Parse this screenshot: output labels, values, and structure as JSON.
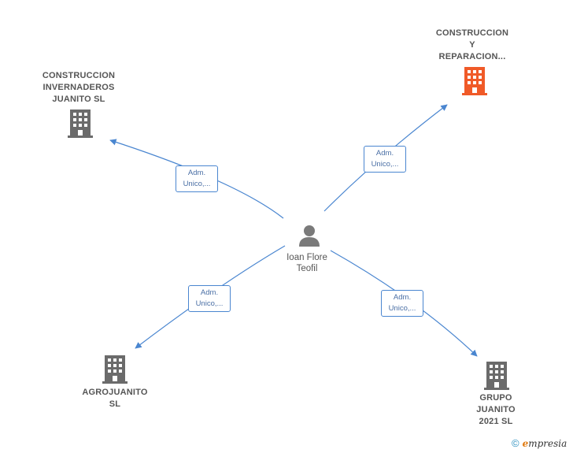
{
  "colors": {
    "edge": "#4a86d0",
    "building_default": "#6b6b6b",
    "building_highlight": "#f05a28",
    "person": "#7a7a7a"
  },
  "center": {
    "name": "Ioan Flore\nTeofil",
    "icon": "person-icon"
  },
  "companies": [
    {
      "id": "c1",
      "name": "CONSTRUCCION\nINVERNADEROS\nJUANITO  SL",
      "icon": "building-icon",
      "highlight": false
    },
    {
      "id": "c2",
      "name": "CONSTRUCCION\nY\nREPARACION...",
      "icon": "building-icon",
      "highlight": true
    },
    {
      "id": "c3",
      "name": "AGROJUANITO\nSL",
      "icon": "building-icon",
      "highlight": false
    },
    {
      "id": "c4",
      "name": "GRUPO\nJUANITO\n2021  SL",
      "icon": "building-icon",
      "highlight": false
    }
  ],
  "edges": [
    {
      "to": "c1",
      "label": "Adm.\nUnico,..."
    },
    {
      "to": "c2",
      "label": "Adm.\nUnico,..."
    },
    {
      "to": "c3",
      "label": "Adm.\nUnico,..."
    },
    {
      "to": "c4",
      "label": "Adm.\nUnico,..."
    }
  ],
  "footer": {
    "copyright_symbol": "©",
    "brand_initial": "e",
    "brand_rest": "mpresia"
  }
}
